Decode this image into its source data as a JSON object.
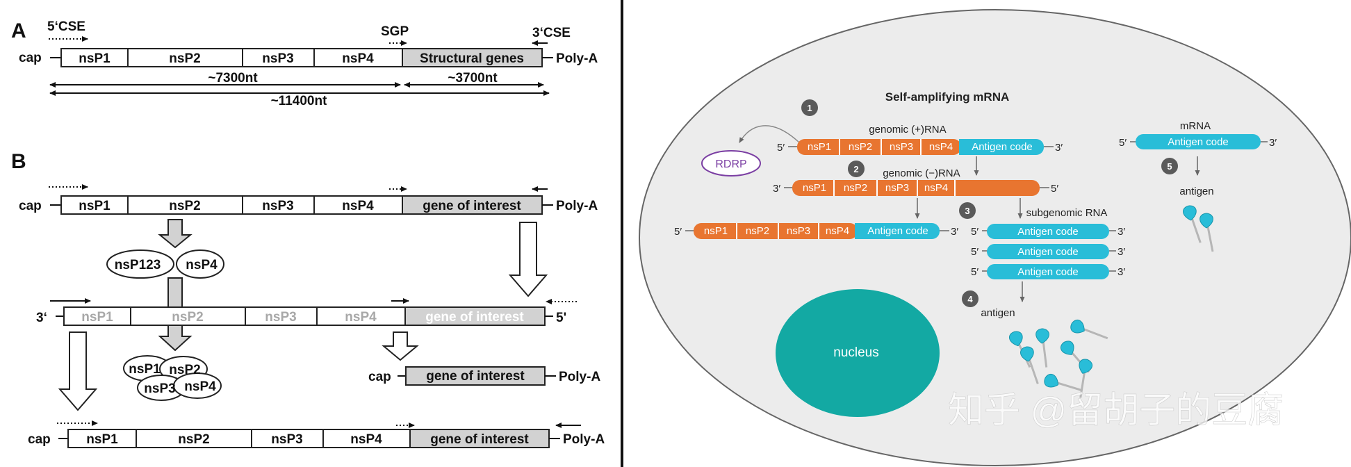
{
  "panel_a": {
    "label": "A",
    "cse5": "5‘CSE",
    "sgp": "SGP",
    "cse3": "3‘CSE",
    "cap": "cap",
    "polya": "Poly-A",
    "genes": [
      "nsP1",
      "nsP2",
      "nsP3",
      "nsP4"
    ],
    "structural": "Structural genes",
    "len_ns": "~7300nt",
    "len_struct": "~3700nt",
    "len_total": "~11400nt"
  },
  "panel_b": {
    "label": "B",
    "cap": "cap",
    "polya": "Poly-A",
    "end3": "3‘",
    "end5": "5'",
    "genes": [
      "nsP1",
      "nsP2",
      "nsP3",
      "nsP4"
    ],
    "goi": "gene of interest",
    "nsp123": "nsP123",
    "nsp4": "nsP4",
    "cluster": [
      "nsP1",
      "nsP2",
      "nsP3",
      "nsP4"
    ]
  },
  "right": {
    "title": "Self-amplifying mRNA",
    "steps": [
      "1",
      "2",
      "3",
      "4",
      "5"
    ],
    "rdrp": "RDRP",
    "genomic_plus": "genomic (+)RNA",
    "genomic_minus": "genomic (−)RNA",
    "subgenomic": "subgenomic RNA",
    "mrna": "mRNA",
    "antigen_code": "Antigen code",
    "antigen": "antigen",
    "nucleus": "nucleus",
    "p5": "5′",
    "p3": "3′",
    "watermark": "知乎 @留胡子的豆腐",
    "colors": {
      "orange": "#e87530",
      "cyan": "#29bdd8",
      "cell": "#ececec",
      "nucleus": "#13a9a3",
      "rdrp": "#7b3fa3"
    }
  }
}
